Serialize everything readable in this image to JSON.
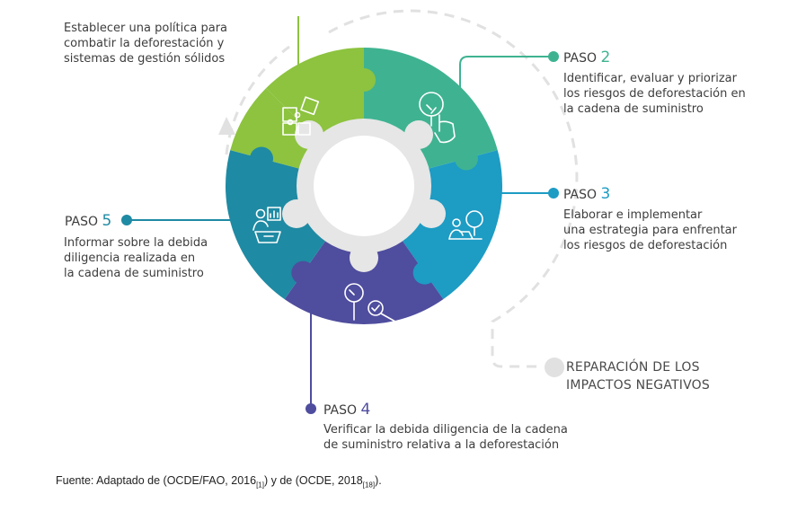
{
  "colors": {
    "step1": "#8dc33f",
    "step2": "#3fb391",
    "step3": "#1d9cc4",
    "step4": "#4f4d9e",
    "step5": "#1f8aa3",
    "dash": "#e1e1e1",
    "center": "#e6e6e6"
  },
  "steps": [
    {
      "id": 1,
      "text": [
        "Establecer una política para",
        "combatir la deforestación y",
        "sistemas de gestión sólidos"
      ]
    },
    {
      "id": 2,
      "label": "PASO",
      "number": "2",
      "text": [
        "Identificar, evaluar y priorizar",
        "los riesgos de deforestación en",
        "la cadena de suministro"
      ]
    },
    {
      "id": 3,
      "label": "PASO",
      "number": "3",
      "text": [
        "Elaborar e implementar",
        "una estrategia para enfrentar",
        "los riesgos de deforestación"
      ]
    },
    {
      "id": 4,
      "label": "PASO",
      "number": "4",
      "text": [
        "Verificar la debida diligencia de la cadena",
        "de suministro relativa a la deforestación"
      ]
    },
    {
      "id": 5,
      "label": "PASO",
      "number": "5",
      "text": [
        "Informar sobre la debida",
        "diligencia realizada en",
        "la cadena de suministro"
      ]
    }
  ],
  "repair": {
    "lines": [
      "REPARACIÓN DE LOS",
      "IMPACTOS NEGATIVOS"
    ]
  },
  "source": {
    "prefix": "Fuente: Adaptado de (OCDE/FAO, 2016",
    "ref1": "[1]",
    "middle": ") y de (OCDE, 2018",
    "ref2": "[18]",
    "suffix": ")."
  },
  "icons": [
    "puzzle-icon",
    "tree-hand-icon",
    "person-laptop-tree-icon",
    "tree-magnifier-icon",
    "person-report-icon"
  ]
}
